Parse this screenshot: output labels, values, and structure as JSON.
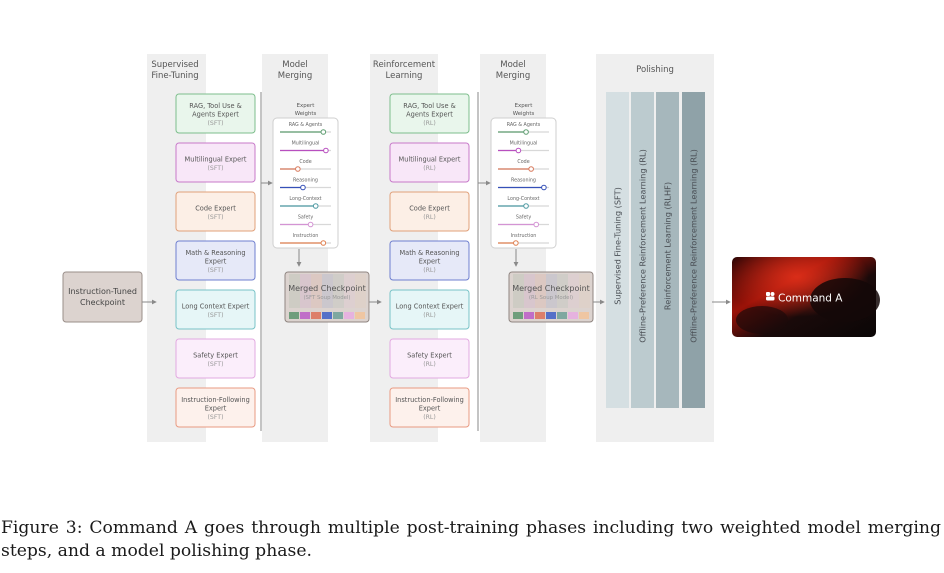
{
  "stages": {
    "sft": [
      "Supervised",
      "Fine-Tuning"
    ],
    "merge1": [
      "Model",
      "Merging"
    ],
    "rl": [
      "Reinforcement",
      "Learning"
    ],
    "merge2": [
      "Model",
      "Merging"
    ],
    "polishing": "Polishing"
  },
  "input_box": [
    "Instruction-Tuned",
    "Checkpoint"
  ],
  "sft_experts": [
    {
      "name": [
        "RAG, Tool Use &",
        "Agents  Expert"
      ],
      "tag": "(SFT)"
    },
    {
      "name": [
        "Multilingual Expert"
      ],
      "tag": "(SFT)"
    },
    {
      "name": [
        "Code Expert"
      ],
      "tag": "(SFT)"
    },
    {
      "name": [
        "Math & Reasoning",
        "Expert"
      ],
      "tag": "(SFT)"
    },
    {
      "name": [
        "Long Context Expert"
      ],
      "tag": "(SFT)"
    },
    {
      "name": [
        "Safety Expert"
      ],
      "tag": "(SFT)"
    },
    {
      "name": [
        "Instruction-Following",
        "Expert"
      ],
      "tag": "(SFT)"
    }
  ],
  "rl_experts": [
    {
      "name": [
        "RAG, Tool Use &",
        "Agents  Expert"
      ],
      "tag": "(RL)"
    },
    {
      "name": [
        "Multilingual Expert"
      ],
      "tag": "(RL)"
    },
    {
      "name": [
        "Code Expert"
      ],
      "tag": "(RL)"
    },
    {
      "name": [
        "Math & Reasoning",
        "Expert"
      ],
      "tag": "(RL)"
    },
    {
      "name": [
        "Long Context Expert"
      ],
      "tag": "(RL)"
    },
    {
      "name": [
        "Safety Expert"
      ],
      "tag": "(RL)"
    },
    {
      "name": [
        "Instruction-Following",
        "Expert"
      ],
      "tag": "(RL)"
    }
  ],
  "weights_title": [
    "Expert",
    "Weights"
  ],
  "weights": [
    {
      "label": "RAG & Agents",
      "sft": 0.85,
      "rl": 0.55
    },
    {
      "label": "Multilingual",
      "sft": 0.9,
      "rl": 0.4
    },
    {
      "label": "Code",
      "sft": 0.35,
      "rl": 0.65
    },
    {
      "label": "Reasoning",
      "sft": 0.45,
      "rl": 0.9
    },
    {
      "label": "Long-Context",
      "sft": 0.7,
      "rl": 0.55
    },
    {
      "label": "Safety",
      "sft": 0.6,
      "rl": 0.75
    },
    {
      "label": "Instruction",
      "sft": 0.85,
      "rl": 0.35
    }
  ],
  "merged1": {
    "title": "Merged Checkpoint",
    "sub": "(SFT Soup Model)"
  },
  "merged2": {
    "title": "Merged Checkpoint",
    "sub": "(RL Soup Model)"
  },
  "polish_steps": [
    "Supervised Fine-Tuning (SFT)",
    "Offline-Preference Reinforcement Learning (RL)",
    "Reinforcement Learning (RLHF)",
    "Offline-Preference Reinforcement Learning (RL)"
  ],
  "output": "Command A",
  "caption": "Figure 3: Command A goes through multiple post-training phases including two weighted model merging steps, and a model polishing phase.",
  "colors": {
    "expert_fill": [
      "#e9f6ec",
      "#f8e7f8",
      "#fcefe6",
      "#e6e9f8",
      "#e6f6f7",
      "#fbeefb",
      "#fdf1ec"
    ],
    "expert_stroke": [
      "#7dbe8c",
      "#c77ac9",
      "#e0a07a",
      "#6f7fcf",
      "#78c3c7",
      "#e2a9e0",
      "#e89a82"
    ],
    "slider": [
      "#5f9e72",
      "#b84fbf",
      "#d8795c",
      "#3550b8",
      "#4e9aa3",
      "#d494d4",
      "#e08050"
    ],
    "swatches": [
      "#6f9e7c",
      "#c06ec8",
      "#dd7f6a",
      "#5570c8",
      "#7fa8a0",
      "#e6b2df",
      "#efc6a2"
    ],
    "polish_bars": [
      "#d5dfe2",
      "#bccbcf",
      "#a6b7bc",
      "#8fa2a8"
    ]
  }
}
